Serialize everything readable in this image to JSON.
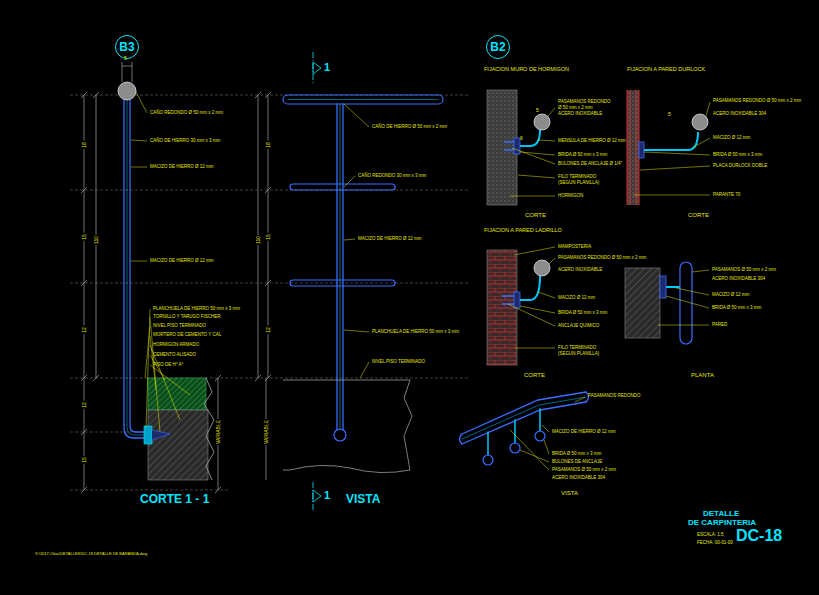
{
  "diagram": {
    "nodes": [
      {
        "text": [
          "B3"
        ]
      },
      {
        "text": [
          "B2"
        ]
      }
    ],
    "labels": [
      "CAÑO REDONDO Ø 50 mm x 2 mm",
      "CAÑO DE HIERRO 30 mm x 3 mm",
      "MACIZO DE HIERRO Ø 12 mm",
      "MACIZO DE HIERRO Ø 12 mm",
      "PLANCHUELA DE HIERRO 50 mm x 3 mm",
      "TORNILLO Y TARUGO FISCHER",
      "NIVEL PISO TERMINADO",
      "MORTERO DE CEMENTO Y CAL",
      "HORMIGON ARMADO",
      "CEMENTO ALISADO",
      "PISO DE H° A°",
      "5",
      "18",
      "15",
      "110",
      "12",
      "12",
      "15",
      "VARIABLE",
      "18",
      "110",
      "15",
      "12",
      "VARIABLE",
      "CAÑO DE HIERRO Ø 50 mm x 2 mm",
      "CAÑO REDONDO 30 mm x 3 mm",
      "MACIZO DE HIERRO Ø 12 mm",
      "PLANCHUELA DE HIERRO 50 mm x 3 mm",
      "NIVEL PISO TERMINADO",
      "1",
      "1",
      "CORTE 1 - 1",
      "VISTA",
      "FIJACION MURO DE HORMIGON",
      "FIJACION A PARED DURLOCK",
      "PASAMANOS REDONDO",
      "Ø 50 mm x 2 mm",
      "ACERO INOXIDABLE",
      "MENSULA DE HIERRO Ø 12 mm",
      "BRIDA Ø 50 mm x 3 mm",
      "BULONES DE ANCLAJE Ø 1/4\"",
      "FILO TERMINADO",
      "(SEGUN PLANILLA)",
      "HORMIGON",
      "5",
      "6",
      "CORTE",
      "PASAMANOS REDONDO Ø 50 mm x 2 mm",
      "ACERO INOXIDABLE 304",
      "MACIZO Ø 12 mm",
      "BRIDA Ø 50 mm x 3 mm",
      "PLACA DURLOCK DOBLE",
      "PARANTE 70",
      "5",
      "CORTE",
      "FIJACION A PARED LADRILLO",
      "MAMPOSTERIA",
      "PASAMANOS REDONDO Ø 50 mm x 2 mm",
      "ACERO INOXIDABLE",
      "MACIZO Ø 12 mm",
      "BRIDA Ø 50 mm x 3 mm",
      "ANCLAJE QUIMICO",
      "FILO TERMINADO",
      "(SEGUN PLANILLA)",
      "CORTE",
      "PASAMANOS Ø 50 mm x 2 mm",
      "ACERO INOXIDABLE 304",
      "MACIZO Ø 12 mm",
      "BRIDA Ø 50 mm x 3 mm",
      "PARED",
      "PLANTA",
      "PASAMANOS REDONDO",
      "MACIZO DE HIERRO Ø 12 mm",
      "BRIDA Ø 50 mm x 3 mm",
      "BULONES DE ANCLAJE",
      "PASAMANOS Ø 50 mm x 2 mm",
      "ACERO INOXIDABLE 304",
      "VISTA",
      "DETALLE",
      "DE CARPINTERIA",
      "ESCALA: 1:5",
      "FECHA: 00-01-00",
      "DC-18",
      "X:\\2017-Obra\\DETALLES\\DC-18 DETALLE DE BARANDA.dwg"
    ]
  }
}
